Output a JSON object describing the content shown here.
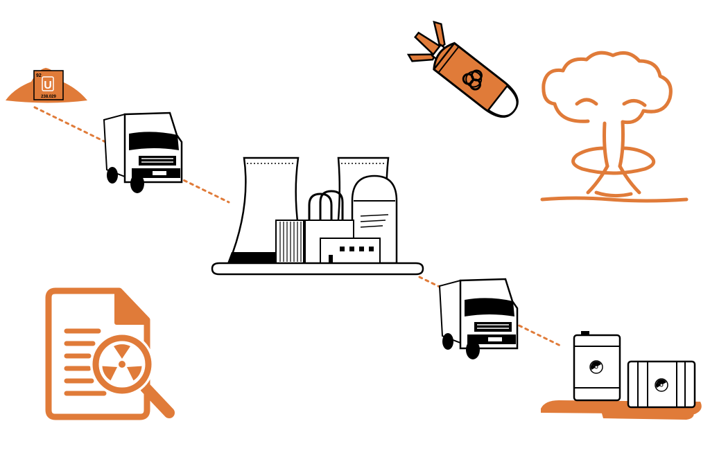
{
  "colors": {
    "accent": "#e07b39",
    "ink": "#000000",
    "paper": "#ffffff"
  },
  "uranium_ore": {
    "atomic_number": "92",
    "symbol": "U",
    "atomic_mass": "238.029"
  },
  "icons": {
    "ore_pile": "uranium-ore-pile-icon",
    "truck_to_plant": "truck-icon",
    "plant": "nuclear-power-plant-icon",
    "bomb": "biohazard-bomb-icon",
    "explosion": "mushroom-cloud-icon",
    "truck_to_waste": "truck-icon",
    "waste": "radioactive-waste-barrels-icon",
    "report": "radiation-document-inspection-icon"
  },
  "connectors": [
    "ore-to-plant",
    "plant-to-waste"
  ]
}
